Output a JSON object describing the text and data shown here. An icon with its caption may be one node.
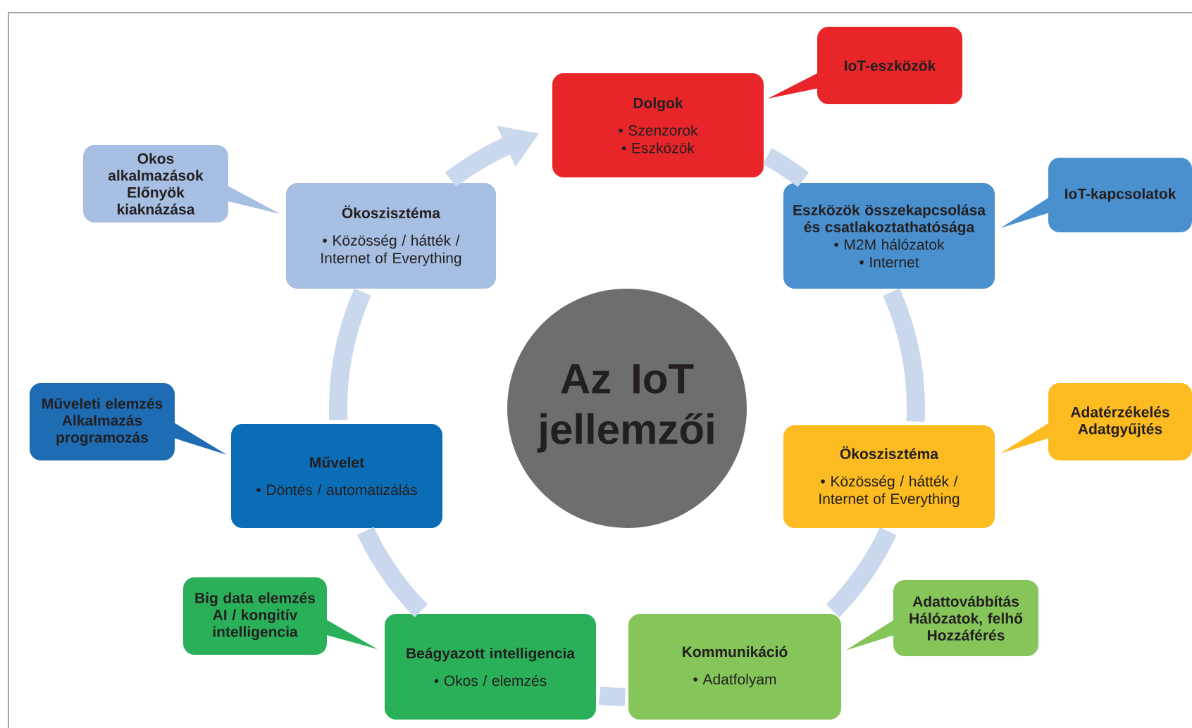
{
  "diagram": {
    "nodes": [
      {
        "text": [
          "Az IoT jellemzői"
        ]
      },
      {
        "text": [
          "Dolgok",
          "• Szenzorok",
          "• Eszközök"
        ]
      },
      {
        "text": [
          "IoT-eszközök"
        ]
      },
      {
        "text": [
          "Eszközök összekapcsolása és csatlakoztathatósága",
          "• M2M hálózatok",
          "• Internet"
        ]
      },
      {
        "text": [
          "IoT-kapcsolatok"
        ]
      },
      {
        "text": [
          "Ökoszisztéma",
          "• Közösség / hátték / Internet of Everything"
        ]
      },
      {
        "text": [
          "Adatérzékelés",
          "Adatgyűjtés"
        ]
      },
      {
        "text": [
          "Kommunikáció",
          "• Adatfolyam"
        ]
      },
      {
        "text": [
          "Adattovábbítás",
          "Hálózatok, felhő",
          "Hozzáférés"
        ]
      },
      {
        "text": [
          "Beágyazott intelligencia",
          "• Okos / elemzés"
        ]
      },
      {
        "text": [
          "Big data elemzés",
          "AI / kongitív intelligencia"
        ]
      },
      {
        "text": [
          "Művelet",
          "• Döntés / automatizálás"
        ]
      },
      {
        "text": [
          "Műveleti elemzés",
          "Alkalmazás programozás"
        ]
      },
      {
        "text": [
          "Ökoszisztéma",
          "• Közösség / hátték / Internet of Everything"
        ]
      },
      {
        "text": [
          "Okos alkalmazások",
          "Előnyök kiaknázása"
        ]
      }
    ],
    "edges": [
      {
        "from": 1,
        "to": 3,
        "arrow": "none"
      },
      {
        "from": 3,
        "to": 5,
        "arrow": "none"
      },
      {
        "from": 5,
        "to": 7,
        "arrow": "none"
      },
      {
        "from": 7,
        "to": 9,
        "arrow": "none"
      },
      {
        "from": 9,
        "to": 11,
        "arrow": "none"
      },
      {
        "from": 11,
        "to": 13,
        "arrow": "none"
      },
      {
        "from": 13,
        "to": 1,
        "arrow": "to"
      }
    ]
  }
}
